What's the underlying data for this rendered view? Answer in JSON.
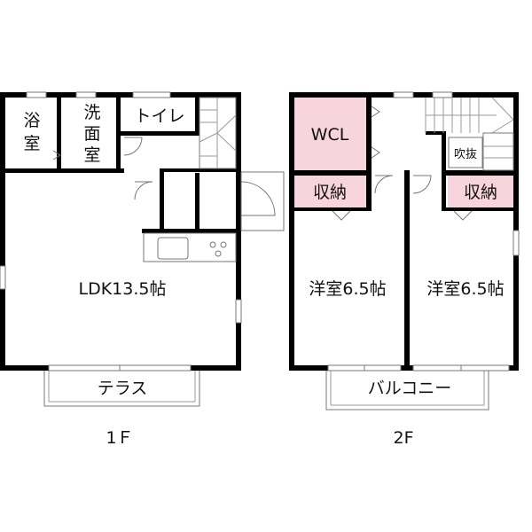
{
  "floor1": {
    "label": "1Ｆ",
    "rooms": {
      "bath_line1": "浴",
      "bath_line2": "室",
      "washroom_line1": "洗",
      "washroom_line2": "面",
      "washroom_line3": "室",
      "toilet": "トイレ",
      "ldk": "LDK13.5帖",
      "terrace": "テラス"
    }
  },
  "floor2": {
    "label": "2F",
    "rooms": {
      "wcl": "WCL",
      "storage_left": "収納",
      "storage_right": "収納",
      "void": "吹抜",
      "bedroom_left": "洋室6.5帖",
      "bedroom_right": "洋室6.5帖",
      "balcony": "バルコニー"
    }
  },
  "colors": {
    "wall": "#000000",
    "storage_fill": "#f8d5dc",
    "background": "#ffffff"
  }
}
